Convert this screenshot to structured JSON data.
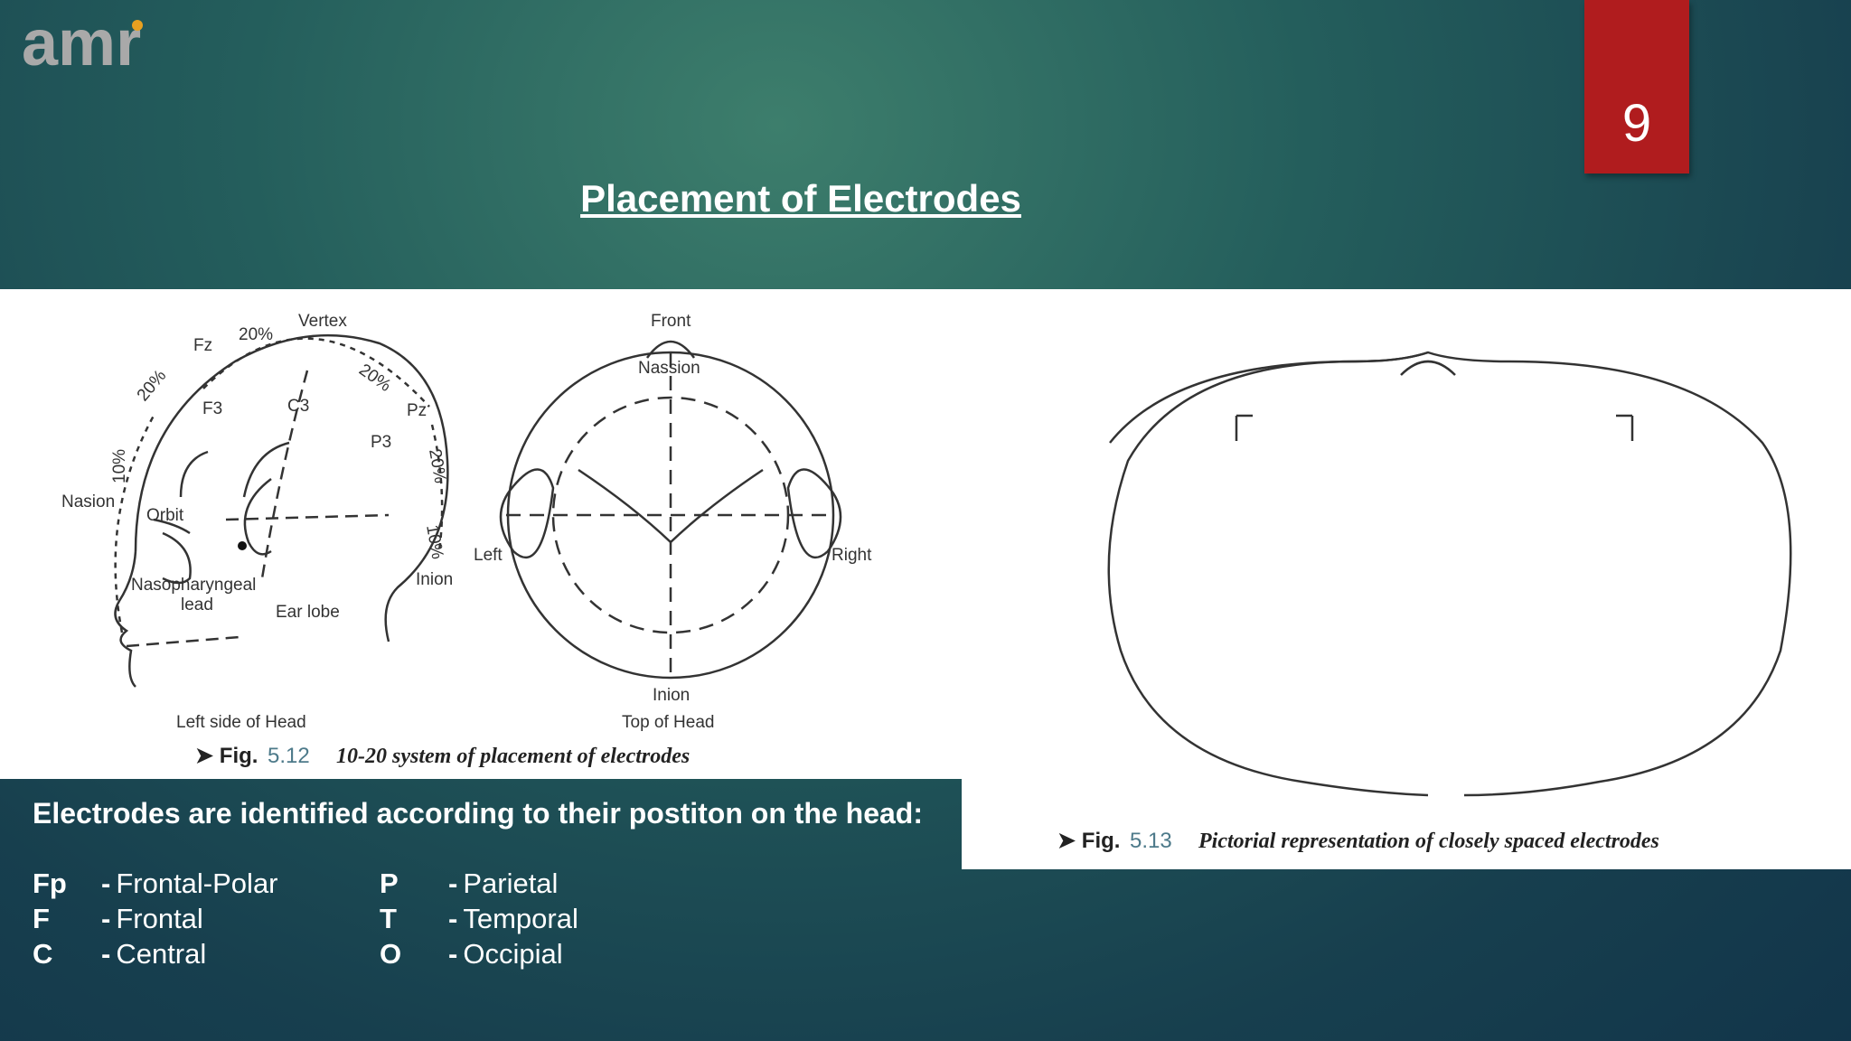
{
  "logo": {
    "text": "amr"
  },
  "page_number": "9",
  "title": "Placement of Electrodes",
  "fig512": {
    "side": {
      "vertex": "Vertex",
      "nasion": "Nasion",
      "orbit": "Orbit",
      "inion": "Inion",
      "ear_lobe": "Ear lobe",
      "naso_1": "Nasopharyngeal",
      "naso_2": "lead",
      "f3": "F3",
      "cz": "C3",
      "p3": "P3",
      "fz": "Fz",
      "pz": "Pz",
      "pct_1": "20%",
      "pct_2": "20%",
      "pct_3": "20%",
      "pct_4": "20%",
      "pct_5": "10%",
      "pct_6": "10%",
      "label": "Left side of Head"
    },
    "top": {
      "front": "Front",
      "nassion": "Nassion",
      "inion": "Inion",
      "left": "Left",
      "right": "Right",
      "label": "Top of Head"
    },
    "caption_prefix": "➤ Fig.",
    "caption_num": "5.12",
    "caption_text": "10-20 system of placement of electrodes"
  },
  "fig513": {
    "caption_prefix": "➤ Fig.",
    "caption_num": "5.13",
    "caption_text": "Pictorial representation of closely spaced electrodes"
  },
  "info": {
    "heading": "Electrodes are identified according to their postiton on the head:",
    "left_col": [
      {
        "abbr": "Fp",
        "name": "Frontal-Polar"
      },
      {
        "abbr": "F",
        "name": "Frontal"
      },
      {
        "abbr": "C",
        "name": "Central"
      }
    ],
    "right_col": [
      {
        "abbr": "P",
        "name": "Parietal"
      },
      {
        "abbr": "T",
        "name": "Temporal"
      },
      {
        "abbr": "O",
        "name": "Occipial"
      }
    ],
    "dash": "-"
  }
}
